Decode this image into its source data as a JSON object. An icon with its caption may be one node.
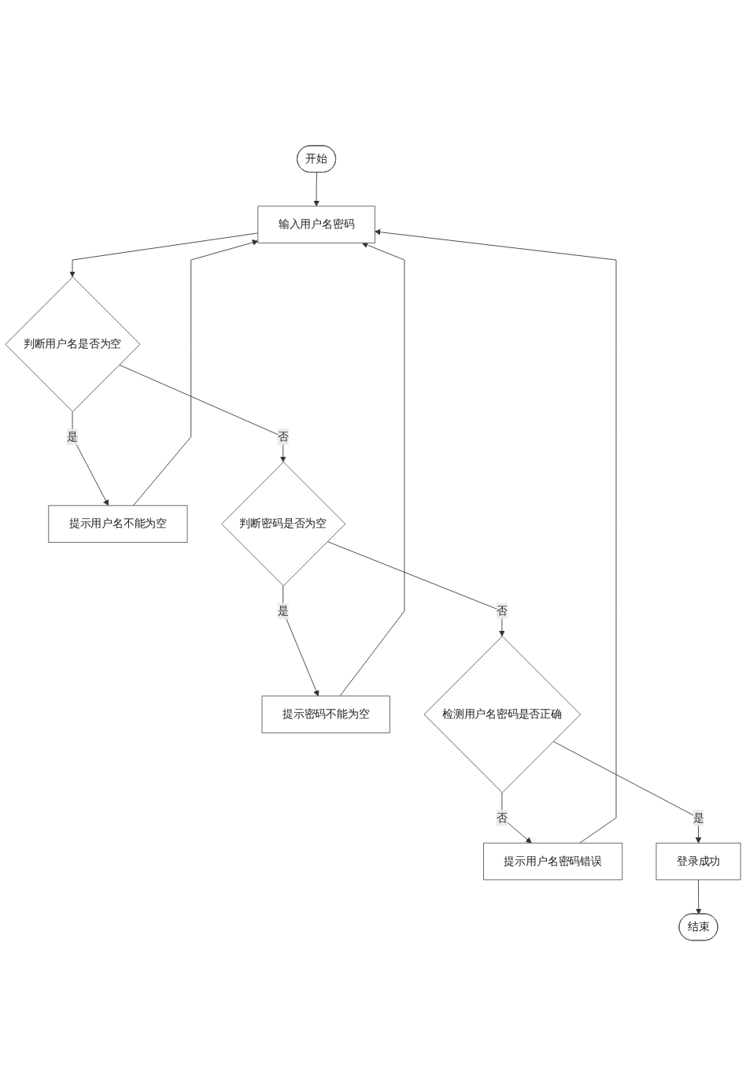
{
  "diagram": {
    "nodes": [
      {
        "text": [
          "开始"
        ]
      },
      {
        "text": [
          "输入用户名密码"
        ]
      },
      {
        "text": [
          "提示用户名不能为空"
        ]
      },
      {
        "text": [
          "判断用户名是否为空"
        ]
      },
      {
        "text": [
          "判断密码是否为空"
        ]
      },
      {
        "text": [
          "提示密码不能为空"
        ]
      },
      {
        "text": [
          "检测用户名密码是否正确"
        ]
      },
      {
        "text": [
          "提示用户名密码错误"
        ]
      },
      {
        "text": [
          "登录成功"
        ]
      },
      {
        "text": [
          "结束"
        ]
      }
    ],
    "edges": [
      {
        "from": 0,
        "to": 1,
        "arrow": "to"
      },
      {
        "from": 1,
        "to": 3,
        "arrow": "to"
      },
      {
        "from": 3,
        "to": 2,
        "label": "是",
        "arrow": "to"
      },
      {
        "from": 2,
        "to": 1,
        "arrow": "to"
      },
      {
        "from": 3,
        "to": 4,
        "label": "否",
        "arrow": "to"
      },
      {
        "from": 4,
        "to": 5,
        "label": "是",
        "arrow": "to"
      },
      {
        "from": 5,
        "to": 1,
        "arrow": "to"
      },
      {
        "from": 4,
        "to": 6,
        "label": "否",
        "arrow": "to"
      },
      {
        "from": 6,
        "to": 7,
        "label": "否",
        "arrow": "to"
      },
      {
        "from": 7,
        "to": 1,
        "arrow": "to"
      },
      {
        "from": 6,
        "to": 8,
        "label": "是",
        "arrow": "to"
      },
      {
        "from": 8,
        "to": 9,
        "arrow": "to"
      }
    ]
  }
}
